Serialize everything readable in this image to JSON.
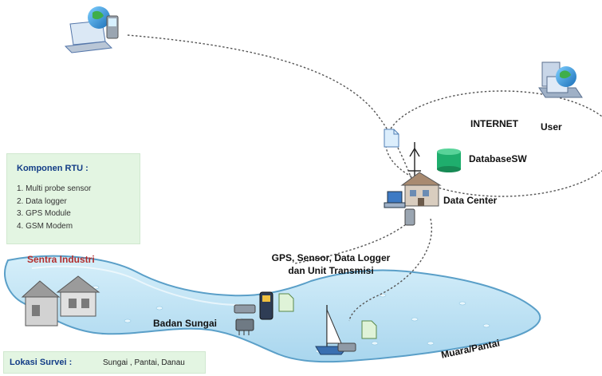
{
  "rtu": {
    "title": "Komponen RTU :",
    "items": [
      "1.  Multi probe sensor",
      "2.  Data logger",
      "3.  GPS Module",
      "4.  GSM Modem"
    ]
  },
  "labels": {
    "internet": "INTERNET",
    "user": "User",
    "database": "DatabaseSW",
    "data_center": "Data Center",
    "transmission_line1": "GPS, Sensor, Data Logger",
    "transmission_line2": "dan Unit Transmisi",
    "industry": "Sentra Industri",
    "river": "Badan Sungai",
    "estuary": "Muara/Pantai"
  },
  "survey": {
    "title": "Lokasi Survei :",
    "value": "Sungai , Pantai, Danau"
  },
  "colors": {
    "water": "#bfe3f4",
    "water_edge": "#5a9fc8",
    "database": "#1fae6d",
    "industry_label": "#b22d2d",
    "panel_bg": "#e3f5e2",
    "panel_title": "#123c86"
  },
  "icons": [
    "laptop-phone-globe-icon",
    "user-computer-globe-icon",
    "document-icon",
    "database-icon",
    "antenna-icon",
    "data-center-building-icon",
    "factory-icon",
    "sensor-probe-icon",
    "boat-icon"
  ]
}
